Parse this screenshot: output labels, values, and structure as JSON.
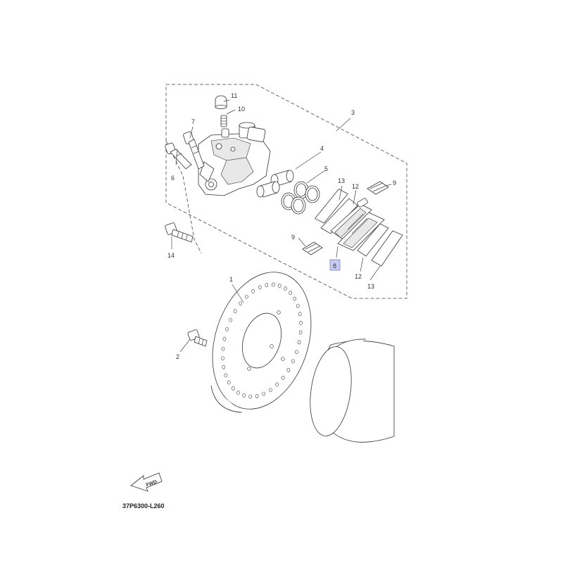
{
  "diagram": {
    "callouts": {
      "c1": "1",
      "c2": "2",
      "c3": "3",
      "c4": "4",
      "c5": "5",
      "c6": "6",
      "c7": "7",
      "c8": "8",
      "c9a": "9",
      "c9b": "9",
      "c10": "10",
      "c11": "11",
      "c12a": "12",
      "c12b": "12",
      "c13a": "13",
      "c13b": "13",
      "c14": "14"
    },
    "highlighted_callout": "8",
    "highlight_color": "#c8ccf2",
    "fwd_label": "FWD",
    "diagram_code": "37P6300-L260"
  }
}
